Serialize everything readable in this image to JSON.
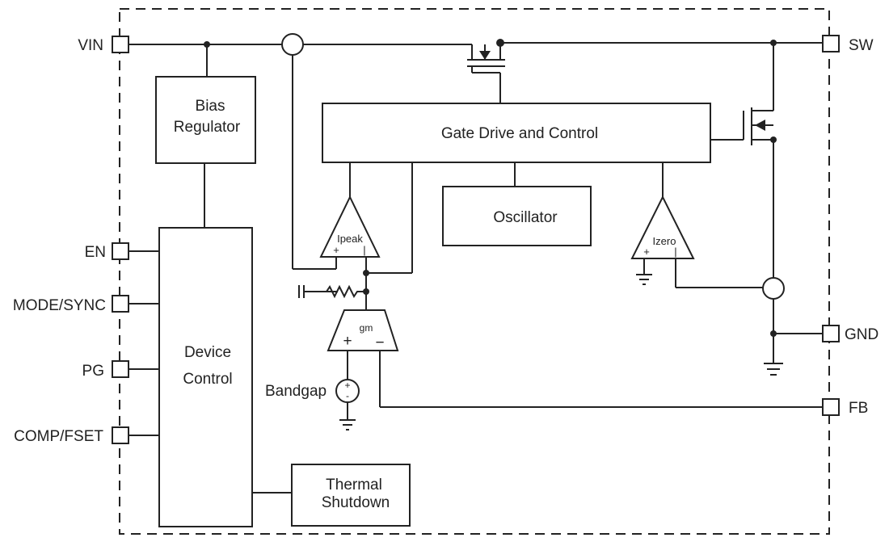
{
  "pins": {
    "vin": "VIN",
    "en": "EN",
    "mode_sync": "MODE/SYNC",
    "pg": "PG",
    "comp_fset": "COMP/FSET",
    "sw": "SW",
    "gnd": "GND",
    "fb": "FB"
  },
  "blocks": {
    "bias_regulator_line1": "Bias",
    "bias_regulator_line2": "Regulator",
    "gate_drive": "Gate Drive and Control",
    "oscillator": "Oscillator",
    "device_control_line1": "Device",
    "device_control_line2": "Control",
    "thermal_line1": "Thermal",
    "thermal_line2": "Shutdown"
  },
  "amplifiers": {
    "ipeak": "Ipeak",
    "izero": "Izero",
    "gm": "gm",
    "plus": "+",
    "minus": "−",
    "bar": "|"
  },
  "sources": {
    "bandgap": "Bandgap",
    "plus": "+",
    "minus": "-"
  },
  "colors": {
    "line": "#222222",
    "background": "#ffffff"
  }
}
